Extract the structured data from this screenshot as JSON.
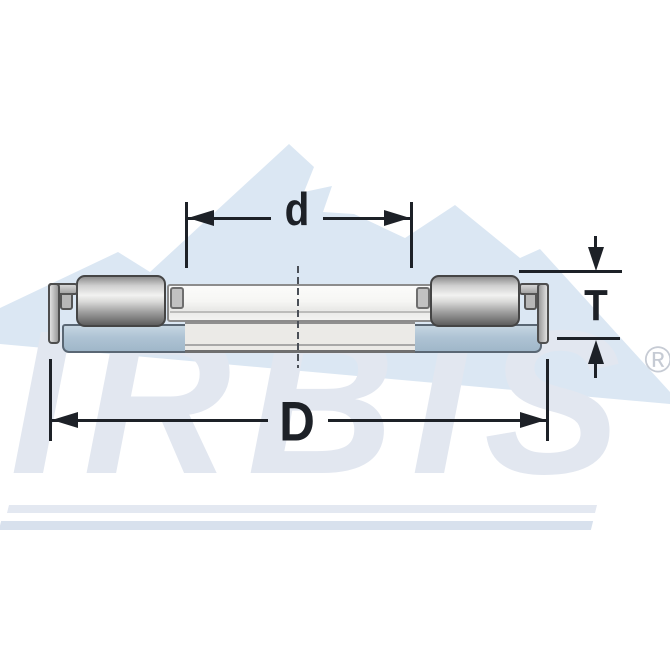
{
  "watermark": {
    "brand_text": "IRBIS",
    "registered_symbol": "®",
    "brand_color": "#e2e7f0",
    "mountain_color": "#dbe7f3",
    "stripe_top_color": "#e3e8f1",
    "stripe_bottom_color": "#d8e1ed"
  },
  "dimension_labels": {
    "inner_diameter": "d",
    "outer_diameter": "D",
    "thickness": "T"
  },
  "drawing": {
    "annotation_color": "#1d2127",
    "washer_color": "#aec3d4",
    "roller_highlight_color": "#f2f2f1",
    "roller_shadow_color": "#5f5f5f",
    "centerline_color": "#4a4f57"
  }
}
